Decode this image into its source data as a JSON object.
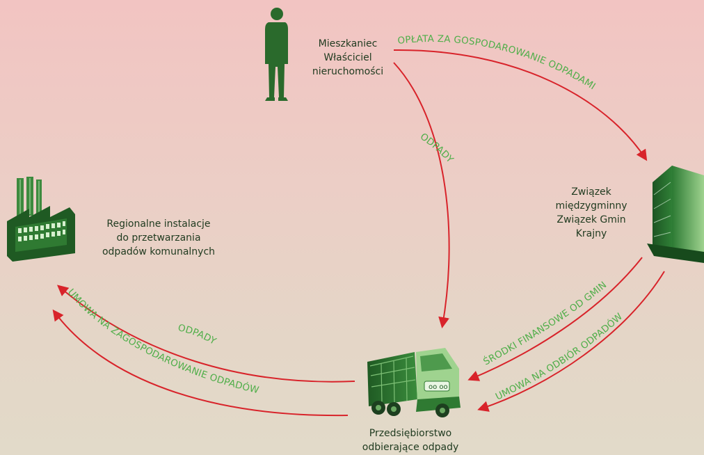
{
  "nodes": {
    "resident": {
      "lines": [
        "Mieszkaniec",
        "Właściciel",
        "nieruchomości"
      ]
    },
    "union": {
      "lines": [
        "Związek",
        "międzygminny",
        "Związek Gmin",
        "Krajny"
      ]
    },
    "installations": {
      "lines": [
        "Regionalne instalacje",
        "do przetwarzania",
        "odpadów komunalnych"
      ]
    },
    "company": {
      "lines": [
        "Przedsiębiorstwo",
        "odbierające odpady"
      ]
    }
  },
  "flows": {
    "fee": "OPŁATA ZA GOSPODAROWANIE ODPADAMI",
    "waste_down": "ODPADY",
    "funds": "ŚRODKI FINANSOWE OD GMIN",
    "pickup_contract": "UMOWA NA ODBIÓR ODPADÓW",
    "waste_left": "ODPADY",
    "management_contract": "UMOWA NA ZAGOSPODAROWANIE ODPADÓW"
  },
  "colors": {
    "arrow": "#d8232a",
    "flow_text": "#4fae49",
    "icon_dark": "#1f5a23",
    "icon_mid": "#2f7a32",
    "icon_light": "#9ccf8e"
  },
  "icons": [
    "person-icon",
    "office-building-icon",
    "factory-icon",
    "garbage-truck-icon"
  ]
}
